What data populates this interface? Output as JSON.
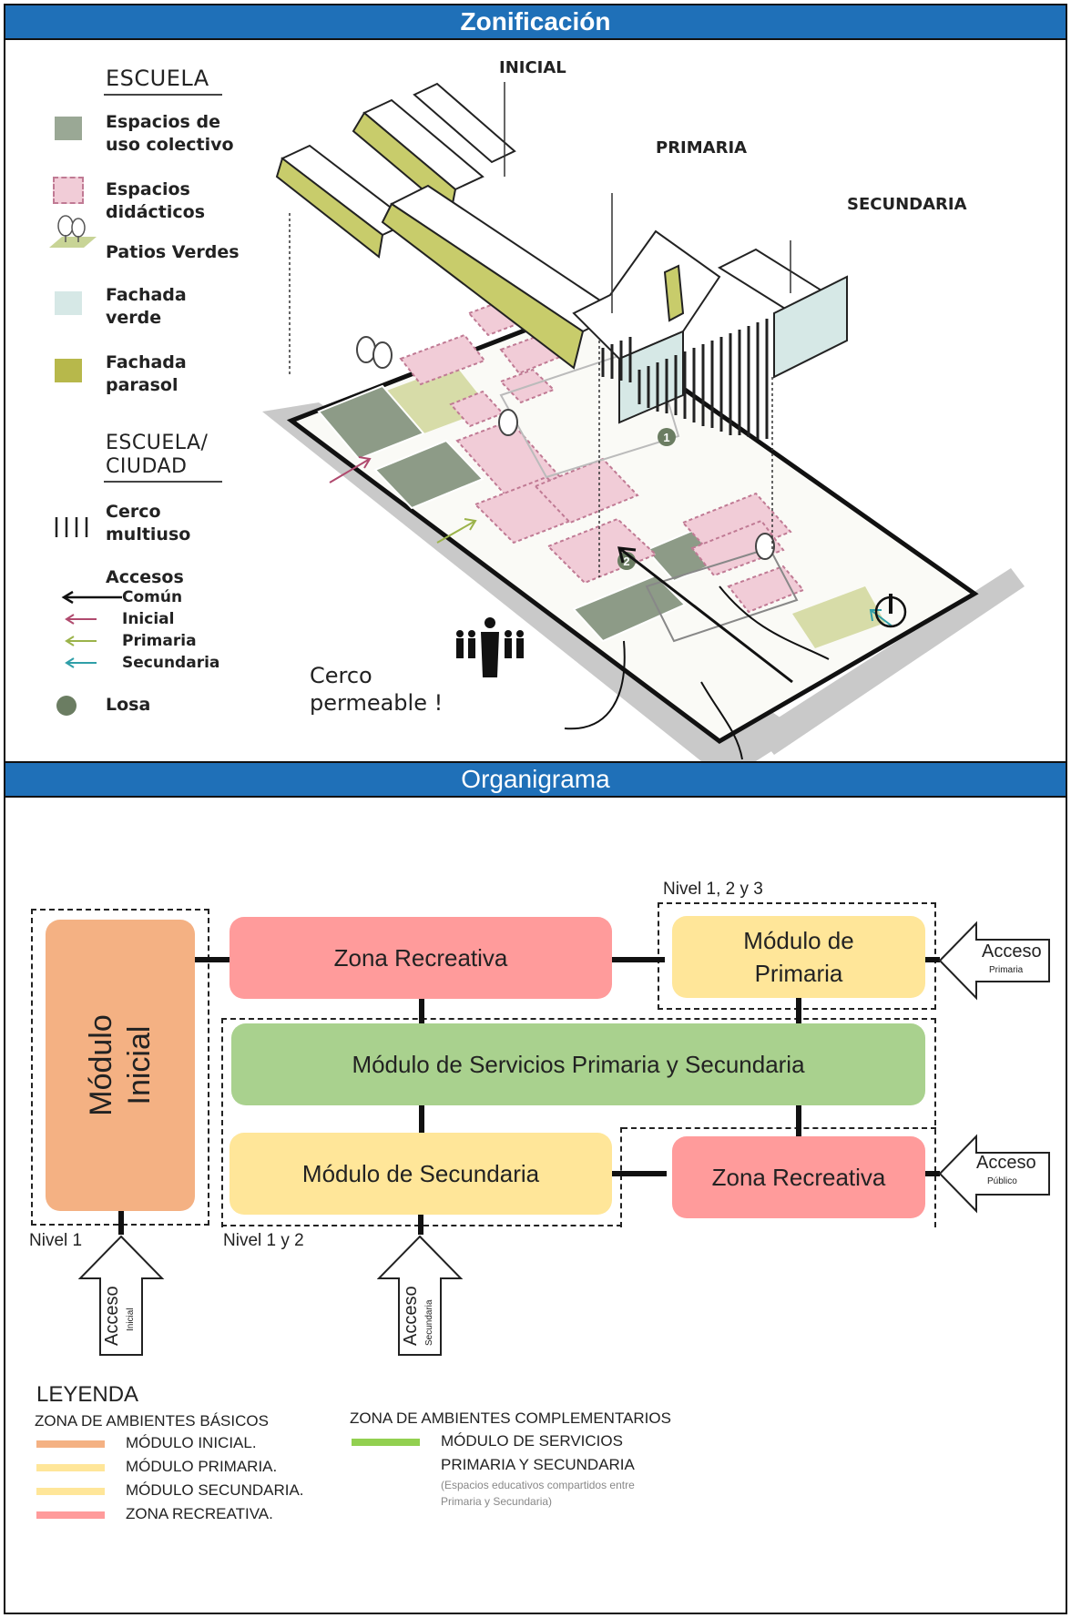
{
  "zonificacion": {
    "title": "Zonificación",
    "legend": {
      "escuela_heading": "ESCUELA",
      "items": [
        {
          "label": "Espacios de\nuso colectivo",
          "color": "#9aa895"
        },
        {
          "label": "Espacios\ndidácticos",
          "color": "#f1ccd7"
        },
        {
          "label": "Patios Verdes",
          "color": "#c8d496"
        },
        {
          "label": "Fachada\nverde",
          "color": "#d6e8e6"
        },
        {
          "label": "Fachada\nparasol",
          "color": "#b7b84b"
        }
      ],
      "ciudad_heading_1": "ESCUELA/",
      "ciudad_heading_2": "CIUDAD",
      "cerco_label": "Cerco\nmultiuso",
      "accesos_heading": "Accesos",
      "accesos": [
        {
          "label": "Común",
          "color": "#111111"
        },
        {
          "label": "Inicial",
          "color": "#b04a6e"
        },
        {
          "label": "Primaria",
          "color": "#9bb34a"
        },
        {
          "label": "Secundaria",
          "color": "#2f9fa8"
        }
      ],
      "losa_label": "Losa",
      "losa_color": "#6b7d62"
    },
    "labels": {
      "inicial": "INICIAL",
      "primaria": "PRIMARIA",
      "secundaria": "SECUNDARIA",
      "cerco_permeable_1": "Cerco",
      "cerco_permeable_2": "permeable !",
      "marker_1": "1",
      "marker_2": "2"
    }
  },
  "organigrama": {
    "title": "Organigrama",
    "boxes": {
      "modulo_inicial": "Módulo\nInicial",
      "zona_recreativa_top": "Zona Recreativa",
      "modulo_primaria": "Módulo de\nPrimaria",
      "servicios": "Módulo de Servicios Primaria y Secundaria",
      "modulo_secundaria": "Módulo de Secundaria",
      "zona_recreativa_bottom": "Zona Recreativa"
    },
    "colors": {
      "inicial": "#f4b183",
      "recreativa": "#ff9b9b",
      "modulo": "#ffe699",
      "servicios": "#a9d18e",
      "servicios_legend": "#92d050"
    },
    "levels": {
      "nivel_123": "Nivel 1, 2 y 3",
      "nivel_1": "Nivel 1",
      "nivel_12": "Nivel 1 y 2"
    },
    "accesos": {
      "primaria_main": "Acceso",
      "primaria_sub": "Primaria",
      "publico_main": "Acceso",
      "publico_sub": "Público",
      "inicial_main": "Acceso",
      "inicial_sub": "Inicial",
      "secundaria_main": "Acceso",
      "secundaria_sub": "Secundaria"
    },
    "leyenda": {
      "title": "LEYENDA",
      "basicos_heading": "ZONA DE AMBIENTES BÁSICOS",
      "basicos": [
        {
          "label": "MÓDULO INICIAL.",
          "color": "#f4b183"
        },
        {
          "label": "MÓDULO PRIMARIA.",
          "color": "#ffe699"
        },
        {
          "label": "MÓDULO SECUNDARIA.",
          "color": "#ffe699"
        },
        {
          "label": "ZONA RECREATIVA.",
          "color": "#ff9b9b"
        }
      ],
      "complementarios_heading": "ZONA DE AMBIENTES COMPLEMENTARIOS",
      "servicios_line1": "MÓDULO DE SERVICIOS",
      "servicios_line2": "PRIMARIA Y SECUNDARIA",
      "servicios_note_1": "(Espacios educativos compartidos entre",
      "servicios_note_2": "Primaria y Secundaria)"
    }
  }
}
